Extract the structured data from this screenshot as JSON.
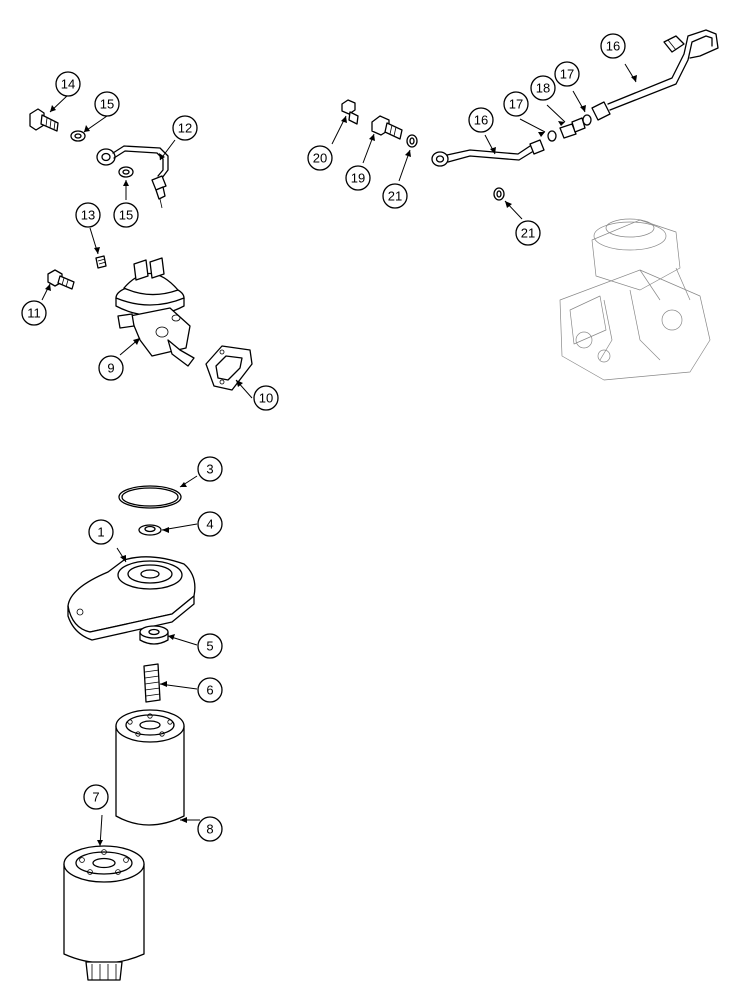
{
  "balloons": [
    {
      "id": "b1",
      "label": "1"
    },
    {
      "id": "b3",
      "label": "3"
    },
    {
      "id": "b4",
      "label": "4"
    },
    {
      "id": "b5",
      "label": "5"
    },
    {
      "id": "b6",
      "label": "6"
    },
    {
      "id": "b7",
      "label": "7"
    },
    {
      "id": "b8",
      "label": "8"
    },
    {
      "id": "b9",
      "label": "9"
    },
    {
      "id": "b10",
      "label": "10"
    },
    {
      "id": "b11",
      "label": "11"
    },
    {
      "id": "b12",
      "label": "12"
    },
    {
      "id": "b13",
      "label": "13"
    },
    {
      "id": "b14",
      "label": "14"
    },
    {
      "id": "b15a",
      "label": "15"
    },
    {
      "id": "b15b",
      "label": "15"
    },
    {
      "id": "b16a",
      "label": "16"
    },
    {
      "id": "b16b",
      "label": "16"
    },
    {
      "id": "b17a",
      "label": "17"
    },
    {
      "id": "b17b",
      "label": "17"
    },
    {
      "id": "b18",
      "label": "18"
    },
    {
      "id": "b19",
      "label": "19"
    },
    {
      "id": "b20",
      "label": "20"
    },
    {
      "id": "b21a",
      "label": "21"
    },
    {
      "id": "b21b",
      "label": "21"
    }
  ]
}
